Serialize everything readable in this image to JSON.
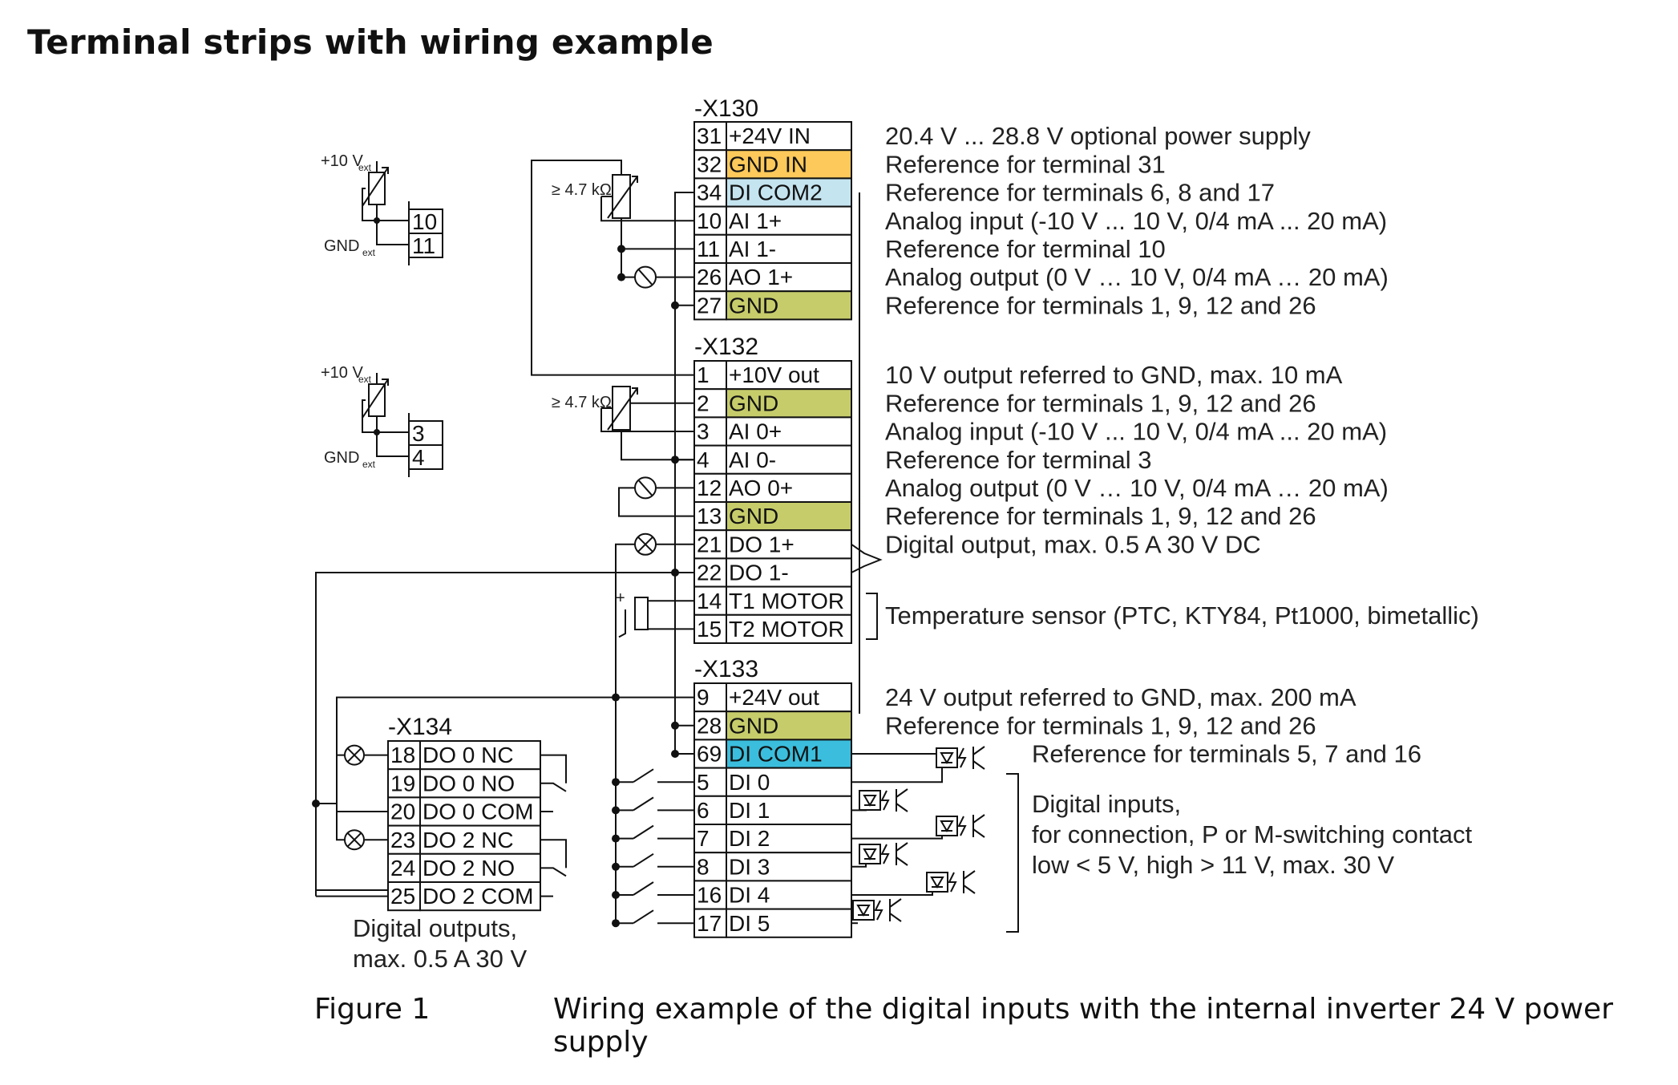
{
  "title": "Terminal strips with wiring example",
  "caption": {
    "label": "Figure 1",
    "text": "Wiring example of the digital inputs with the internal inverter 24 V power supply"
  },
  "colors": {
    "gnd_in": "#fcc95a",
    "di_com2": "#c4e4f0",
    "gnd": "#c6cc6a",
    "di_com1": "#3bbedd"
  },
  "strips": {
    "x130": {
      "name": "-X130",
      "rows": [
        {
          "num": "31",
          "label": "+24V IN",
          "color": "",
          "desc": "20.4 V ... 28.8 V optional power supply"
        },
        {
          "num": "32",
          "label": "GND IN",
          "color": "gnd_in",
          "desc": "Reference for terminal 31"
        },
        {
          "num": "34",
          "label": "DI COM2",
          "color": "di_com2",
          "desc": "Reference for terminals 6, 8 and 17"
        },
        {
          "num": "10",
          "label": "AI 1+",
          "color": "",
          "desc": "Analog input (-10 V ... 10 V, 0/4 mA ... 20 mA)"
        },
        {
          "num": "11",
          "label": "AI 1-",
          "color": "",
          "desc": "Reference for terminal 10"
        },
        {
          "num": "26",
          "label": "AO 1+",
          "color": "",
          "desc": "Analog output (0 V … 10 V, 0/4 mA … 20 mA)"
        },
        {
          "num": "27",
          "label": "GND",
          "color": "gnd",
          "desc": "Reference for terminals 1, 9, 12 and 26"
        }
      ]
    },
    "x132": {
      "name": "-X132",
      "rows": [
        {
          "num": "1",
          "label": "+10V out",
          "color": "",
          "desc": "10 V output referred to GND, max. 10 mA"
        },
        {
          "num": "2",
          "label": "GND",
          "color": "gnd",
          "desc": "Reference for terminals 1, 9, 12 and 26"
        },
        {
          "num": "3",
          "label": "AI 0+",
          "color": "",
          "desc": "Analog input (-10 V ... 10 V, 0/4 mA ... 20 mA)"
        },
        {
          "num": "4",
          "label": "AI 0-",
          "color": "",
          "desc": "Reference for terminal 3"
        },
        {
          "num": "12",
          "label": "AO 0+",
          "color": "",
          "desc": "Analog output (0 V … 10 V, 0/4 mA … 20 mA)"
        },
        {
          "num": "13",
          "label": "GND",
          "color": "gnd",
          "desc": "Reference for terminals 1, 9, 12 and 26"
        },
        {
          "num": "21",
          "label": "DO 1+",
          "color": "",
          "desc": "Digital output, max. 0.5 A  30 V DC"
        },
        {
          "num": "22",
          "label": "DO 1-",
          "color": "",
          "desc": ""
        },
        {
          "num": "14",
          "label": "T1 MOTOR",
          "color": "",
          "desc": "Temperature sensor (PTC, KTY84, Pt1000, bimetallic)"
        },
        {
          "num": "15",
          "label": "T2 MOTOR",
          "color": "",
          "desc": ""
        }
      ]
    },
    "x133": {
      "name": "-X133",
      "rows": [
        {
          "num": "9",
          "label": "+24V out",
          "color": "",
          "desc": "24 V output referred to GND, max. 200 mA"
        },
        {
          "num": "28",
          "label": "GND",
          "color": "gnd",
          "desc": "Reference for terminals 1, 9, 12 and 26"
        },
        {
          "num": "69",
          "label": "DI COM1",
          "color": "di_com1",
          "desc": "Reference for terminals 5, 7 and 16"
        },
        {
          "num": "5",
          "label": "DI 0",
          "color": "",
          "desc": ""
        },
        {
          "num": "6",
          "label": "DI 1",
          "color": "",
          "desc": ""
        },
        {
          "num": "7",
          "label": "DI 2",
          "color": "",
          "desc": ""
        },
        {
          "num": "8",
          "label": "DI 3",
          "color": "",
          "desc": ""
        },
        {
          "num": "16",
          "label": "DI 4",
          "color": "",
          "desc": ""
        },
        {
          "num": "17",
          "label": "DI 5",
          "color": "",
          "desc": ""
        }
      ]
    },
    "x134": {
      "name": "-X134",
      "rows": [
        {
          "num": "18",
          "label": "DO 0 NC"
        },
        {
          "num": "19",
          "label": "DO 0 NO"
        },
        {
          "num": "20",
          "label": "DO 0 COM"
        },
        {
          "num": "23",
          "label": "DO 2 NC"
        },
        {
          "num": "24",
          "label": "DO 2 NO"
        },
        {
          "num": "25",
          "label": "DO 2 COM"
        }
      ]
    }
  },
  "digital_inputs_note": [
    "Digital inputs,",
    "for connection, P or M-switching contact",
    "low < 5 V, high > 11 V, max. 30 V"
  ],
  "digital_outputs_note": [
    "Digital outputs,",
    "max. 0.5 A  30 V"
  ],
  "pot_labels": {
    "resistance": "≥ 4.7 kΩ",
    "ext_plus": "+10 V",
    "ext_gnd": "GND",
    "ext_sub": "ext"
  },
  "side_strips": {
    "upper": [
      "10",
      "11"
    ],
    "lower": [
      "3",
      "4"
    ]
  }
}
